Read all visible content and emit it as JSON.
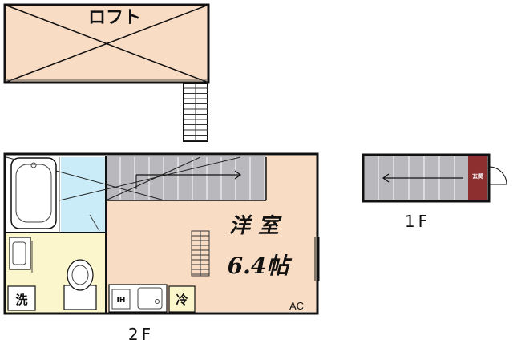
{
  "loft": {
    "label": "ロフト"
  },
  "floor2": {
    "room_name": "洋室",
    "room_size": "6.4帖",
    "washer_label": "洗",
    "fridge_label": "冷",
    "stove_label": "IH",
    "ac_label": "AC",
    "floor_label": "2F"
  },
  "floor1": {
    "entrance_label": "玄関",
    "floor_label": "1F"
  },
  "colors": {
    "room_floor": "#f9dcc4",
    "bath_tile": "#c9ecf8",
    "toilet_floor": "#fbf6cb",
    "stair_gray": "#b9b9bd",
    "entrance": "#8d2f2f",
    "wall": "#111111"
  }
}
